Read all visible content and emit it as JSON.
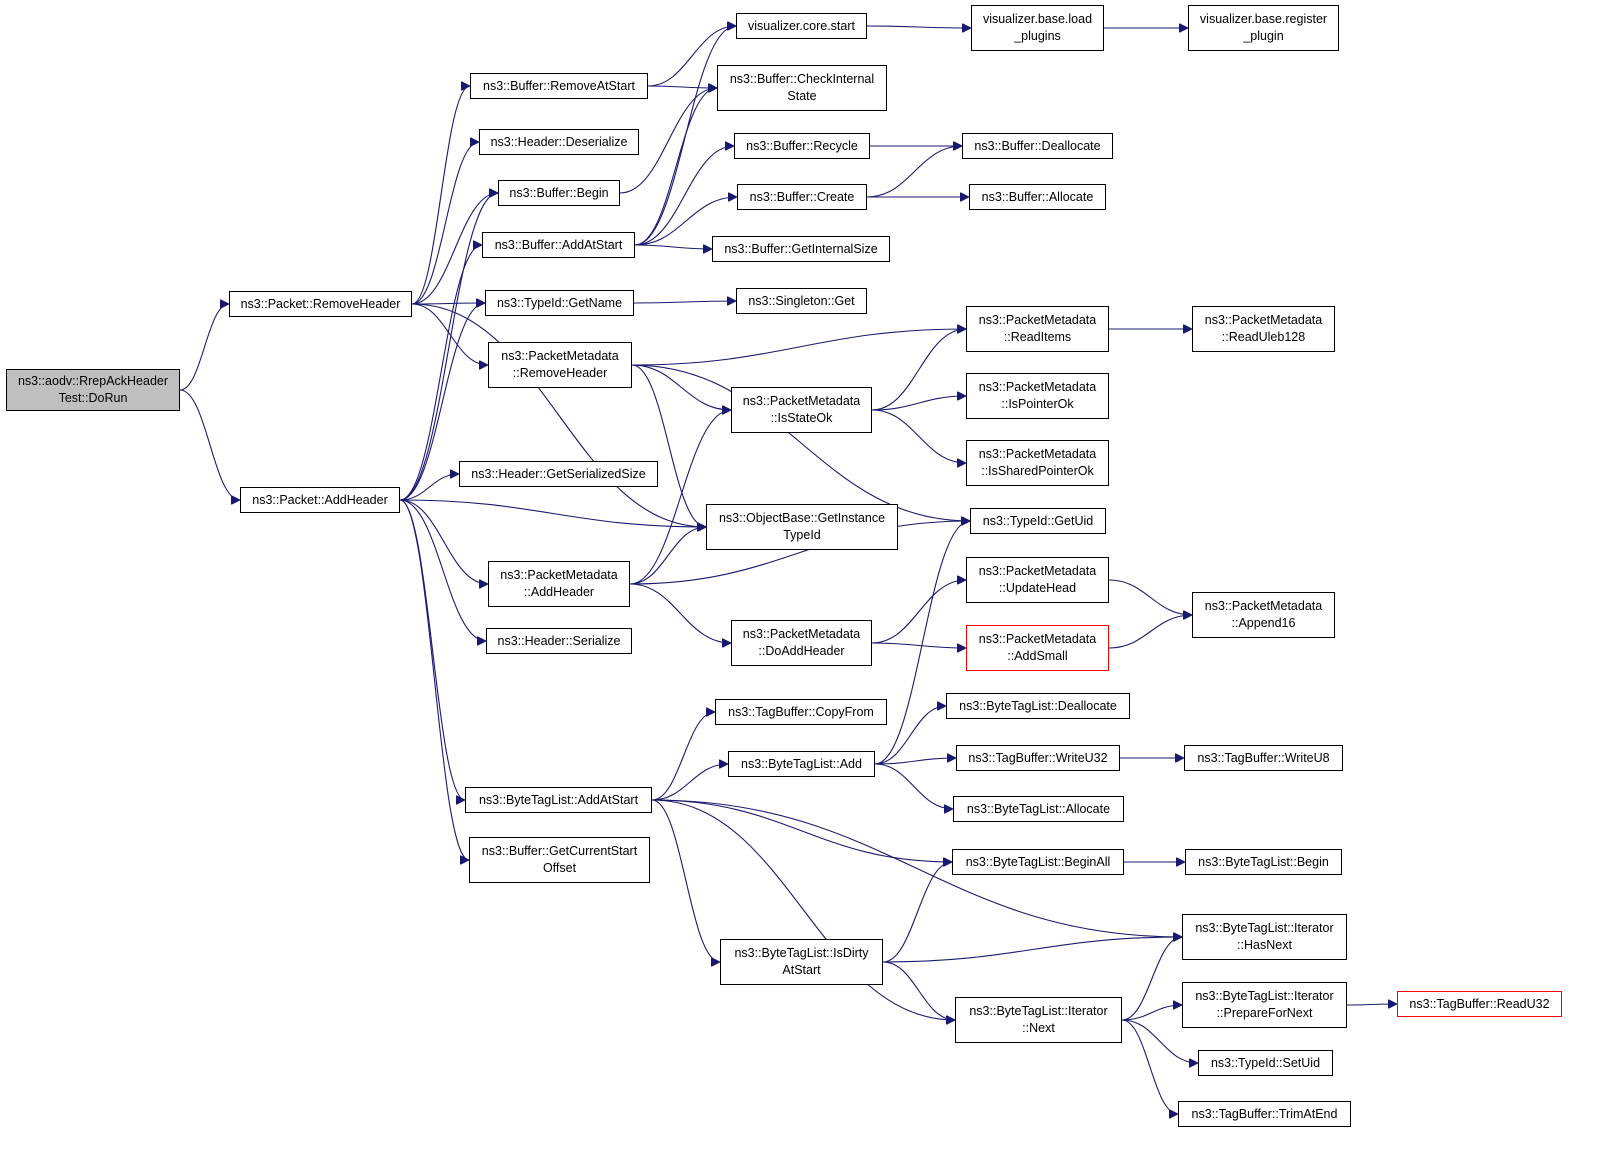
{
  "diagram": {
    "title": "",
    "colors": {
      "edge": "#191970",
      "root_fill": "#bfbfbf",
      "node_border": "#000000",
      "truncated_border": "#ff0000"
    },
    "nodes": [
      {
        "id": "doRun",
        "lines": [
          "ns3::aodv::RrepAckHeader",
          "Test::DoRun"
        ],
        "root": true
      },
      {
        "id": "removeHeader",
        "lines": [
          "ns3::Packet::RemoveHeader"
        ]
      },
      {
        "id": "addHeader",
        "lines": [
          "ns3::Packet::AddHeader"
        ]
      },
      {
        "id": "bufRemoveAtStart",
        "lines": [
          "ns3::Buffer::RemoveAtStart"
        ]
      },
      {
        "id": "hdrDeserialize",
        "lines": [
          "ns3::Header::Deserialize"
        ]
      },
      {
        "id": "bufBegin",
        "lines": [
          "ns3::Buffer::Begin"
        ]
      },
      {
        "id": "bufAddAtStart",
        "lines": [
          "ns3::Buffer::AddAtStart"
        ]
      },
      {
        "id": "tidGetName",
        "lines": [
          "ns3::TypeId::GetName"
        ]
      },
      {
        "id": "pmRemoveHeader",
        "lines": [
          "ns3::PacketMetadata",
          "::RemoveHeader"
        ]
      },
      {
        "id": "hdrGetSerializedSize",
        "lines": [
          "ns3::Header::GetSerializedSize"
        ]
      },
      {
        "id": "pmAddHeader",
        "lines": [
          "ns3::PacketMetadata",
          "::AddHeader"
        ]
      },
      {
        "id": "hdrSerialize",
        "lines": [
          "ns3::Header::Serialize"
        ]
      },
      {
        "id": "btlAddAtStart",
        "lines": [
          "ns3::ByteTagList::AddAtStart"
        ]
      },
      {
        "id": "bufGetCurrentStartOffset",
        "lines": [
          "ns3::Buffer::GetCurrentStart",
          "Offset"
        ]
      },
      {
        "id": "vizCoreStart",
        "lines": [
          "visualizer.core.start"
        ]
      },
      {
        "id": "bufCheckInternalState",
        "lines": [
          "ns3::Buffer::CheckInternal",
          "State"
        ]
      },
      {
        "id": "bufRecycle",
        "lines": [
          "ns3::Buffer::Recycle"
        ]
      },
      {
        "id": "bufCreate",
        "lines": [
          "ns3::Buffer::Create"
        ]
      },
      {
        "id": "bufGetInternalSize",
        "lines": [
          "ns3::Buffer::GetInternalSize"
        ]
      },
      {
        "id": "singletonGet",
        "lines": [
          "ns3::Singleton::Get"
        ]
      },
      {
        "id": "pmIsStateOk",
        "lines": [
          "ns3::PacketMetadata",
          "::IsStateOk"
        ]
      },
      {
        "id": "obGetInstanceTypeId",
        "lines": [
          "ns3::ObjectBase::GetInstance",
          "TypeId"
        ]
      },
      {
        "id": "pmDoAddHeader",
        "lines": [
          "ns3::PacketMetadata",
          "::DoAddHeader"
        ]
      },
      {
        "id": "tbCopyFrom",
        "lines": [
          "ns3::TagBuffer::CopyFrom"
        ]
      },
      {
        "id": "btlAdd",
        "lines": [
          "ns3::ByteTagList::Add"
        ]
      },
      {
        "id": "btlIsDirtyAtStart",
        "lines": [
          "ns3::ByteTagList::IsDirty",
          "AtStart"
        ]
      },
      {
        "id": "vizLoadPlugins",
        "lines": [
          "visualizer.base.load",
          "_plugins"
        ]
      },
      {
        "id": "bufDeallocate",
        "lines": [
          "ns3::Buffer::Deallocate"
        ]
      },
      {
        "id": "bufAllocate",
        "lines": [
          "ns3::Buffer::Allocate"
        ]
      },
      {
        "id": "pmReadItems",
        "lines": [
          "ns3::PacketMetadata",
          "::ReadItems"
        ]
      },
      {
        "id": "pmIsPointerOk",
        "lines": [
          "ns3::PacketMetadata",
          "::IsPointerOk"
        ]
      },
      {
        "id": "pmIsSharedPointerOk",
        "lines": [
          "ns3::PacketMetadata",
          "::IsSharedPointerOk"
        ]
      },
      {
        "id": "tidGetUid",
        "lines": [
          "ns3::TypeId::GetUid"
        ]
      },
      {
        "id": "pmUpdateHead",
        "lines": [
          "ns3::PacketMetadata",
          "::UpdateHead"
        ]
      },
      {
        "id": "pmAddSmall",
        "lines": [
          "ns3::PacketMetadata",
          "::AddSmall"
        ],
        "truncated": true
      },
      {
        "id": "btlDeallocate",
        "lines": [
          "ns3::ByteTagList::Deallocate"
        ]
      },
      {
        "id": "tbWriteU32",
        "lines": [
          "ns3::TagBuffer::WriteU32"
        ]
      },
      {
        "id": "btlAllocate",
        "lines": [
          "ns3::ByteTagList::Allocate"
        ]
      },
      {
        "id": "btlBeginAll",
        "lines": [
          "ns3::ByteTagList::BeginAll"
        ]
      },
      {
        "id": "btlIterNext",
        "lines": [
          "ns3::ByteTagList::Iterator",
          "::Next"
        ]
      },
      {
        "id": "vizRegisterPlugin",
        "lines": [
          "visualizer.base.register",
          "_plugin"
        ]
      },
      {
        "id": "pmReadUleb128",
        "lines": [
          "ns3::PacketMetadata",
          "::ReadUleb128"
        ]
      },
      {
        "id": "pmAppend16",
        "lines": [
          "ns3::PacketMetadata",
          "::Append16"
        ]
      },
      {
        "id": "tbWriteU8",
        "lines": [
          "ns3::TagBuffer::WriteU8"
        ]
      },
      {
        "id": "btlBegin",
        "lines": [
          "ns3::ByteTagList::Begin"
        ]
      },
      {
        "id": "btlIterHasNext",
        "lines": [
          "ns3::ByteTagList::Iterator",
          "::HasNext"
        ]
      },
      {
        "id": "btlIterPrepareForNext",
        "lines": [
          "ns3::ByteTagList::Iterator",
          "::PrepareForNext"
        ]
      },
      {
        "id": "tidSetUid",
        "lines": [
          "ns3::TypeId::SetUid"
        ]
      },
      {
        "id": "tbTrimAtEnd",
        "lines": [
          "ns3::TagBuffer::TrimAtEnd"
        ]
      },
      {
        "id": "tbReadU32",
        "lines": [
          "ns3::TagBuffer::ReadU32"
        ],
        "truncated": true
      }
    ],
    "edges": [
      [
        "doRun",
        "removeHeader"
      ],
      [
        "doRun",
        "addHeader"
      ],
      [
        "removeHeader",
        "bufRemoveAtStart"
      ],
      [
        "removeHeader",
        "hdrDeserialize"
      ],
      [
        "removeHeader",
        "bufBegin"
      ],
      [
        "removeHeader",
        "tidGetName"
      ],
      [
        "removeHeader",
        "pmRemoveHeader"
      ],
      [
        "removeHeader",
        "obGetInstanceTypeId"
      ],
      [
        "addHeader",
        "bufBegin"
      ],
      [
        "addHeader",
        "bufAddAtStart"
      ],
      [
        "addHeader",
        "tidGetName"
      ],
      [
        "addHeader",
        "hdrGetSerializedSize"
      ],
      [
        "addHeader",
        "obGetInstanceTypeId"
      ],
      [
        "addHeader",
        "pmAddHeader"
      ],
      [
        "addHeader",
        "hdrSerialize"
      ],
      [
        "addHeader",
        "btlAddAtStart"
      ],
      [
        "addHeader",
        "bufGetCurrentStartOffset"
      ],
      [
        "bufRemoveAtStart",
        "vizCoreStart"
      ],
      [
        "bufRemoveAtStart",
        "bufCheckInternalState"
      ],
      [
        "bufBegin",
        "bufCheckInternalState"
      ],
      [
        "bufAddAtStart",
        "vizCoreStart"
      ],
      [
        "bufAddAtStart",
        "bufCheckInternalState"
      ],
      [
        "bufAddAtStart",
        "bufRecycle"
      ],
      [
        "bufAddAtStart",
        "bufCreate"
      ],
      [
        "bufAddAtStart",
        "bufGetInternalSize"
      ],
      [
        "tidGetName",
        "singletonGet"
      ],
      [
        "pmRemoveHeader",
        "pmReadItems"
      ],
      [
        "pmRemoveHeader",
        "pmIsStateOk"
      ],
      [
        "pmRemoveHeader",
        "obGetInstanceTypeId"
      ],
      [
        "pmRemoveHeader",
        "tidGetUid"
      ],
      [
        "pmAddHeader",
        "pmIsStateOk"
      ],
      [
        "pmAddHeader",
        "obGetInstanceTypeId"
      ],
      [
        "pmAddHeader",
        "tidGetUid"
      ],
      [
        "pmAddHeader",
        "pmDoAddHeader"
      ],
      [
        "btlAddAtStart",
        "tbCopyFrom"
      ],
      [
        "btlAddAtStart",
        "btlAdd"
      ],
      [
        "btlAddAtStart",
        "btlBeginAll"
      ],
      [
        "btlAddAtStart",
        "btlIterHasNext"
      ],
      [
        "btlAddAtStart",
        "btlIsDirtyAtStart"
      ],
      [
        "btlAddAtStart",
        "btlIterNext"
      ],
      [
        "vizCoreStart",
        "vizLoadPlugins"
      ],
      [
        "vizLoadPlugins",
        "vizRegisterPlugin"
      ],
      [
        "bufRecycle",
        "bufDeallocate"
      ],
      [
        "bufCreate",
        "bufDeallocate"
      ],
      [
        "bufCreate",
        "bufAllocate"
      ],
      [
        "pmIsStateOk",
        "pmReadItems"
      ],
      [
        "pmIsStateOk",
        "pmIsPointerOk"
      ],
      [
        "pmIsStateOk",
        "pmIsSharedPointerOk"
      ],
      [
        "pmReadItems",
        "pmReadUleb128"
      ],
      [
        "pmDoAddHeader",
        "pmUpdateHead"
      ],
      [
        "pmDoAddHeader",
        "pmAddSmall"
      ],
      [
        "pmUpdateHead",
        "pmAppend16"
      ],
      [
        "pmAddSmall",
        "pmAppend16"
      ],
      [
        "btlAdd",
        "tidGetUid"
      ],
      [
        "btlAdd",
        "btlDeallocate"
      ],
      [
        "btlAdd",
        "tbWriteU32"
      ],
      [
        "btlAdd",
        "btlAllocate"
      ],
      [
        "tbWriteU32",
        "tbWriteU8"
      ],
      [
        "btlBeginAll",
        "btlBegin"
      ],
      [
        "btlIsDirtyAtStart",
        "btlBeginAll"
      ],
      [
        "btlIsDirtyAtStart",
        "btlIterHasNext"
      ],
      [
        "btlIsDirtyAtStart",
        "btlIterNext"
      ],
      [
        "btlIterNext",
        "btlIterHasNext"
      ],
      [
        "btlIterNext",
        "btlIterPrepareForNext"
      ],
      [
        "btlIterNext",
        "tidSetUid"
      ],
      [
        "btlIterNext",
        "tbTrimAtEnd"
      ],
      [
        "btlIterPrepareForNext",
        "tbReadU32"
      ]
    ]
  }
}
